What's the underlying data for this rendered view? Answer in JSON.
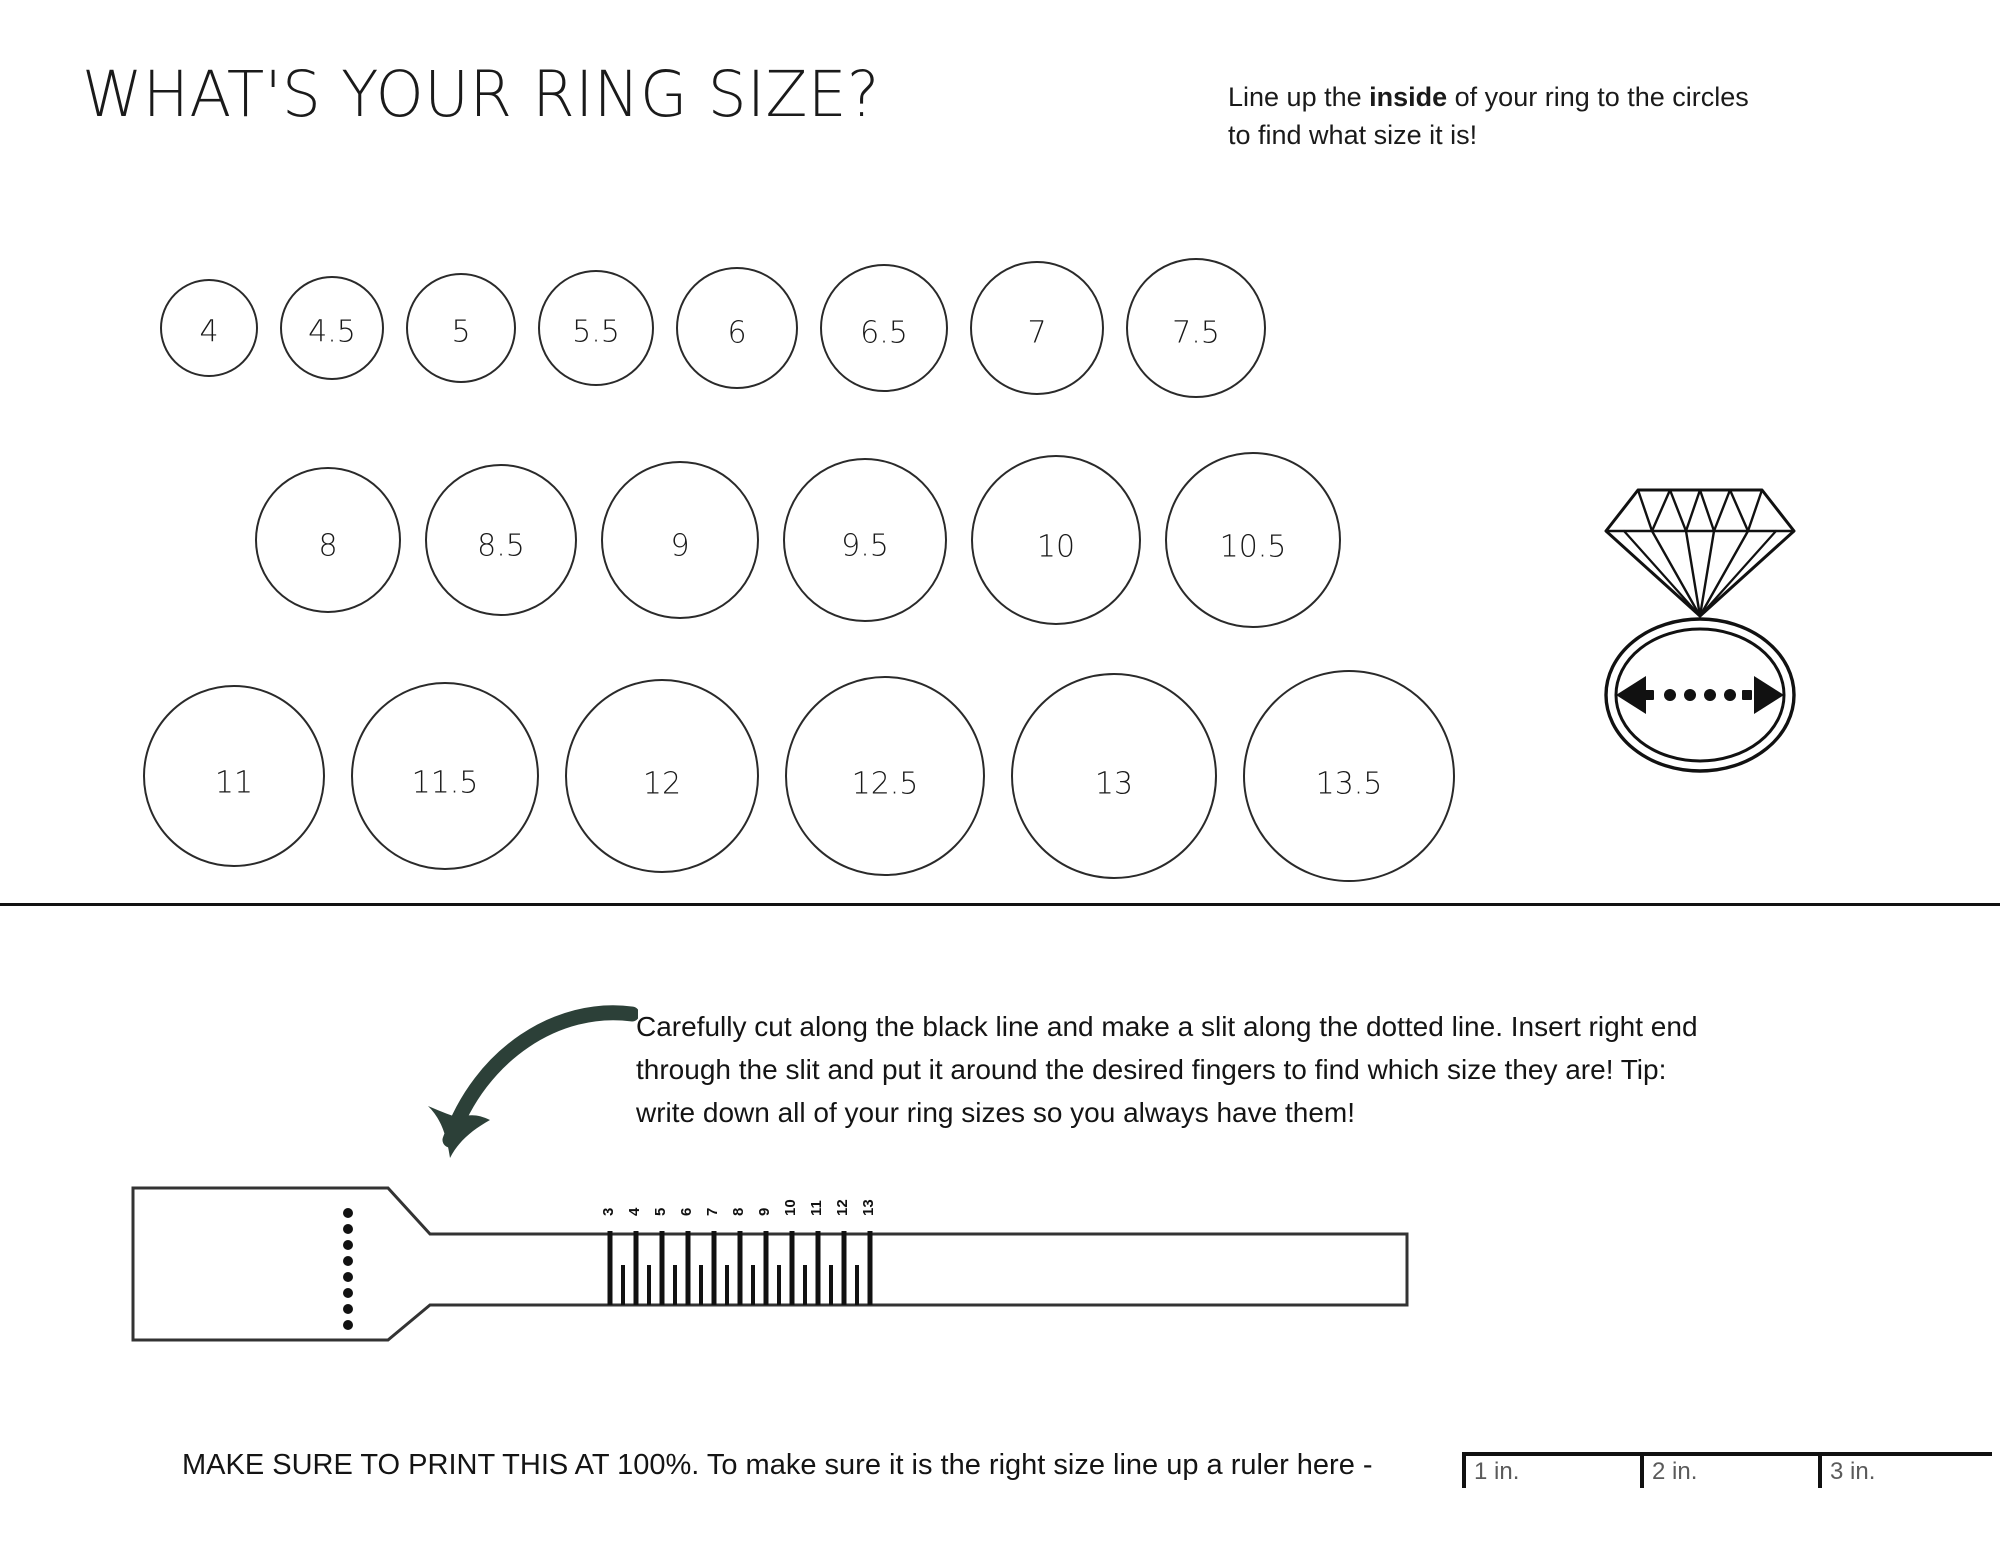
{
  "header": {
    "title": "WHAT'S YOUR RING SIZE?",
    "note_part1": "Line up the ",
    "note_bold": "inside",
    "note_part2": " of your ring to the circles to find what size it is!"
  },
  "ring_sizes": {
    "row1": [
      {
        "label": "4",
        "diameter": 98
      },
      {
        "label": "4.5",
        "diameter": 104
      },
      {
        "label": "5",
        "diameter": 110
      },
      {
        "label": "5.5",
        "diameter": 116
      },
      {
        "label": "6",
        "diameter": 122
      },
      {
        "label": "6.5",
        "diameter": 128
      },
      {
        "label": "7",
        "diameter": 134
      },
      {
        "label": "7.5",
        "diameter": 140
      }
    ],
    "row2": [
      {
        "label": "8",
        "diameter": 146
      },
      {
        "label": "8.5",
        "diameter": 152
      },
      {
        "label": "9",
        "diameter": 158
      },
      {
        "label": "9.5",
        "diameter": 164
      },
      {
        "label": "10",
        "diameter": 170
      },
      {
        "label": "10.5",
        "diameter": 176
      }
    ],
    "row3": [
      {
        "label": "11",
        "diameter": 182
      },
      {
        "label": "11.5",
        "diameter": 188
      },
      {
        "label": "12",
        "diameter": 194
      },
      {
        "label": "12.5",
        "diameter": 200
      },
      {
        "label": "13",
        "diameter": 206
      },
      {
        "label": "13.5",
        "diameter": 212
      }
    ]
  },
  "illustration": {
    "name": "diamond-ring-icon",
    "description": "Diamond ring with inner diameter measurement arrow"
  },
  "instructions": {
    "cut_text": "Carefully cut along the black line and make a slit along the dotted line. Insert right end through the slit and put it around the desired fingers to find which size they are! Tip: write down all of your ring sizes so you always have them!"
  },
  "sizer_strip": {
    "tick_labels": [
      "3",
      "4",
      "5",
      "6",
      "7",
      "8",
      "9",
      "10",
      "11",
      "12",
      "13"
    ]
  },
  "footer": {
    "print_note": "MAKE SURE TO PRINT THIS AT 100%. To make sure it is the right size line up a ruler here -",
    "ruler_labels": [
      "1 in.",
      "2 in.",
      "3 in."
    ]
  },
  "colors": {
    "ink": "#1a1a1a",
    "arrow_green": "#2c4038",
    "ruler_label": "#5a5a5a"
  }
}
